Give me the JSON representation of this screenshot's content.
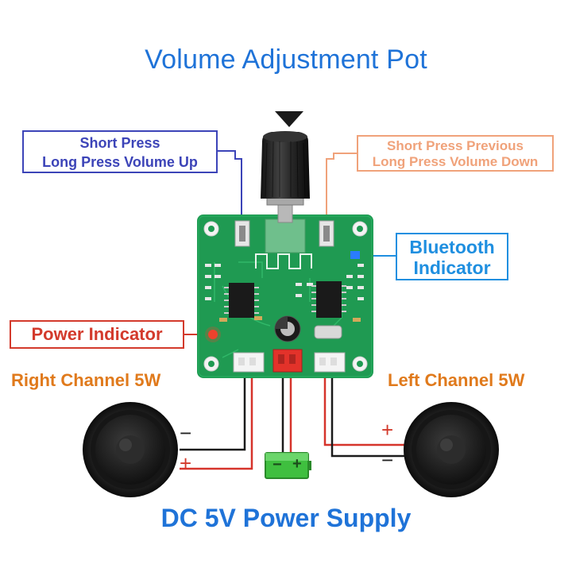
{
  "title": "Volume Adjustment Pot",
  "bottom_title": "DC 5V Power Supply",
  "callouts": {
    "prev": {
      "line1": "Short Press",
      "line2": "Long Press Volume Up"
    },
    "next": {
      "line1": "Short Press Previous",
      "line2": "Long Press Volume Down"
    },
    "bluetooth": {
      "line1": "Bluetooth",
      "line2": "Indicator"
    },
    "power": "Power Indicator"
  },
  "channels": {
    "right": "Right Channel 5W",
    "left": "Left Channel 5W"
  },
  "polarity": {
    "minus": "−",
    "plus": "+"
  },
  "colors": {
    "title_blue": "#1f73d8",
    "pcb_green": "#1f9a52",
    "wire_red": "#d6342b",
    "wire_black": "#1b1b1b",
    "power_led": "#ff3b2a",
    "bt_led": "#2a7cff",
    "battery_green": "#3fbf3f"
  }
}
